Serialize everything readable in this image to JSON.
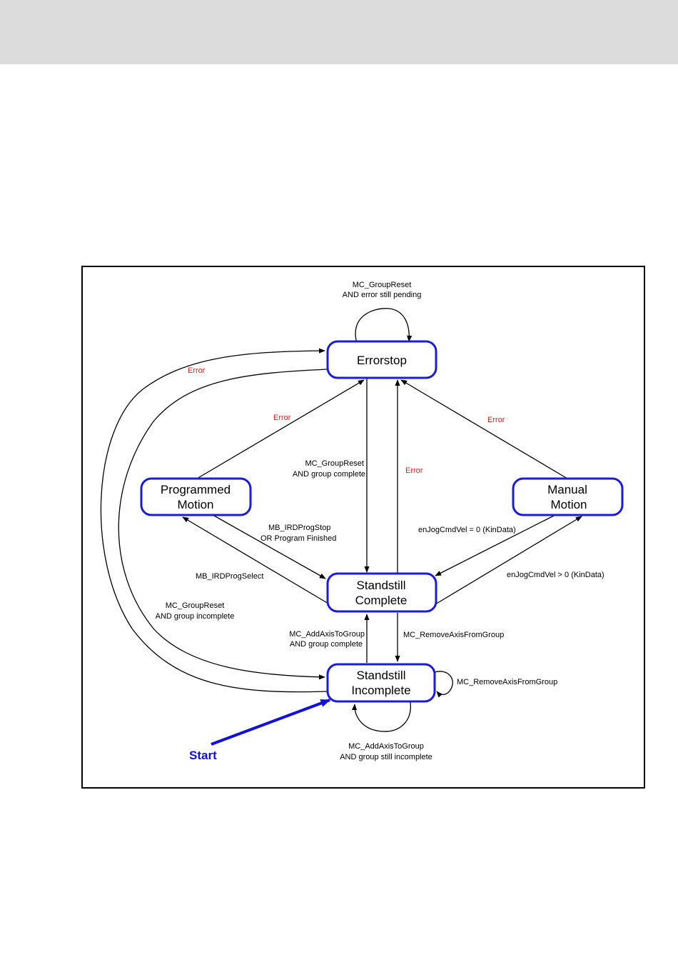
{
  "states": {
    "errorstop": [
      "Errorstop"
    ],
    "programmed_motion": [
      "Programmed",
      "Motion"
    ],
    "manual_motion": [
      "Manual",
      "Motion"
    ],
    "standstill_complete": [
      "Standstill",
      "Complete"
    ],
    "standstill_incomplete": [
      "Standstill",
      "Incomplete"
    ]
  },
  "transitions": {
    "errorstop_self": [
      "MC_GroupReset",
      "AND error still pending"
    ],
    "incomplete_to_errorstop": [
      "Error"
    ],
    "programmed_to_errorstop": [
      "Error"
    ],
    "manual_to_errorstop": [
      "Error"
    ],
    "complete_to_errorstop": [
      "Error"
    ],
    "errorstop_to_complete": [
      "MC_GroupReset",
      "AND group complete"
    ],
    "programmed_to_complete": [
      "MB_IRDProgStop",
      "OR Program Finished"
    ],
    "complete_to_programmed": [
      "MB_IRDProgSelect"
    ],
    "manual_to_complete": [
      "enJogCmdVel = 0 (KinData)"
    ],
    "complete_to_manual": [
      "enJogCmdVel > 0 (KinData)"
    ],
    "errorstop_to_incomplete": [
      "MC_GroupReset",
      "AND group incomplete"
    ],
    "incomplete_to_complete": [
      "MC_AddAxisToGroup",
      "AND group complete"
    ],
    "complete_to_incomplete": [
      "MC_RemoveAxisFromGroup"
    ],
    "incomplete_self_remove": [
      "MC_RemoveAxisFromGroup"
    ],
    "incomplete_self_add": [
      "MC_AddAxisToGroup",
      "AND group still incomplete"
    ]
  },
  "start_label": "Start",
  "colors": {
    "state_border": "#1a1ae6",
    "error_text": "#e02020",
    "start_arrow": "#1010e0",
    "header_band": "#dcdcdc"
  }
}
